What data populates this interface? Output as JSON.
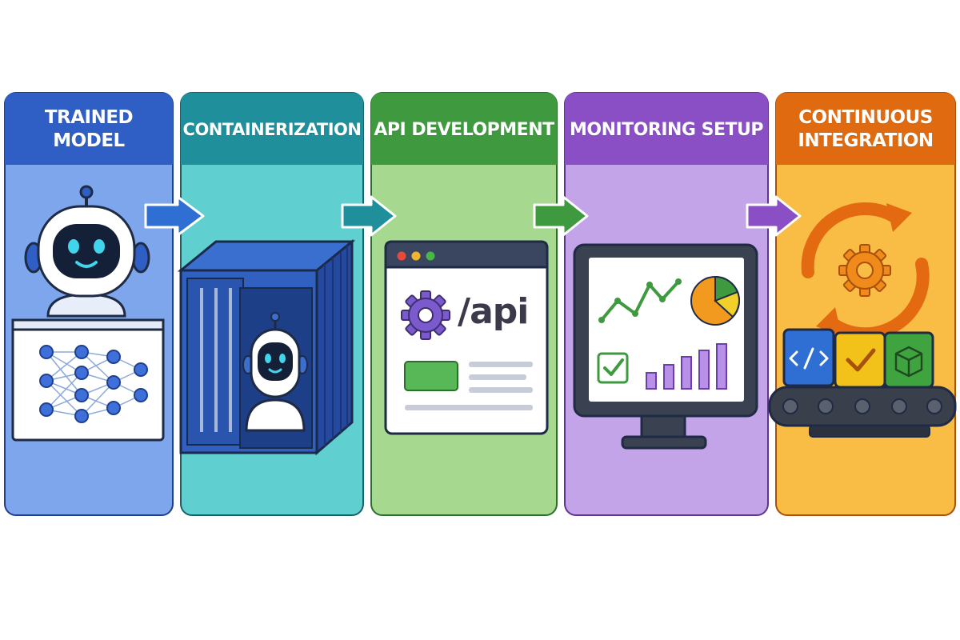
{
  "stages": [
    {
      "title_line1": "TRAINED",
      "title_line2": "MODEL",
      "header": "#2f5fc4",
      "body": "#7ea6ec",
      "border": "#1f3f8f"
    },
    {
      "title_line1": "CONTAINERIZATION",
      "title_line2": "",
      "header": "#1f8f9c",
      "body": "#5fcfd0",
      "border": "#17616b"
    },
    {
      "title_line1": "API DEVELOPMENT",
      "title_line2": "",
      "header": "#3f9a3f",
      "body": "#a6d88f",
      "border": "#2c6f2c"
    },
    {
      "title_line1": "MONITORING SETUP",
      "title_line2": "",
      "header": "#8a4fc4",
      "body": "#c4a4e8",
      "border": "#5f3590"
    },
    {
      "title_line1": "CONTINUOUS",
      "title_line2": "INTEGRATION",
      "header": "#e06a10",
      "body": "#f9bc45",
      "border": "#a8500c"
    }
  ],
  "arrows": [
    "#2f6fd4",
    "#1f8f9c",
    "#3f9a3f",
    "#8a4fc4"
  ],
  "api_label": "/api",
  "icons": {
    "robot": "robot-icon",
    "neural_network": "neural-network-icon",
    "container": "shipping-container-icon",
    "browser": "browser-window-icon",
    "gear": "gear-icon",
    "monitor": "monitor-icon",
    "line_chart": "line-chart-icon",
    "pie_chart": "pie-chart-icon",
    "bar_chart": "bar-chart-icon",
    "checkbox": "checkmark-icon",
    "cycle": "cycle-arrows-icon",
    "code_block": "code-block-icon",
    "check_block": "check-block-icon",
    "package_block": "package-block-icon",
    "conveyor": "conveyor-belt-icon",
    "arrow": "right-arrow-icon"
  }
}
